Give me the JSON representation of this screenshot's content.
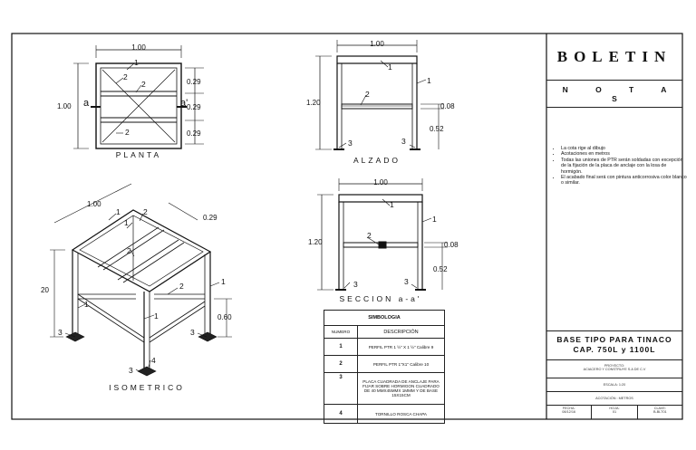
{
  "title_block": {
    "title": "BOLETIN",
    "notes_heading": "N O T A S",
    "notes": [
      "La cota rige al dibujo",
      "Acotaciones en metros",
      "Todas las uniones de PTR serán soldadas con excepción de la fijación de la placa de anclaje con la losa de hormigón.",
      "El acabado final será con pintura anticorrosiva color blanco o similar."
    ],
    "project_title_1": "BASE TIPO PARA TINACO",
    "project_title_2": "CAP. 750L y 1100L",
    "owner_label": "PROYECTO:",
    "owner_value": "ACIACERO Y CONSTRUYE S.A DE C.V",
    "scale": "ESCALA: 1:20",
    "units": "ACOTACIÓN : METROS",
    "date_label": "FECHA:",
    "date_value": "08/12/16",
    "sheet_label": "HOJA:",
    "sheet_value": "01",
    "key_label": "CLAVE:",
    "key_value": "B-BLT01"
  },
  "views": {
    "planta": "PLANTA",
    "alzado": "ALZADO",
    "seccion": "SECCION a-a'",
    "isometrico": "ISOMETRICO"
  },
  "dims": {
    "planta_width": "1.00",
    "planta_height": "1.00",
    "planta_d1": "0.29",
    "planta_d2": "0.29",
    "planta_d3": "0.29",
    "cut_a": "a",
    "cut_a_prime": "a'",
    "alzado_width": "1.00",
    "alzado_height": "1.20",
    "alzado_d1": "0.08",
    "alzado_d2": "0.52",
    "seccion_width": "1.00",
    "seccion_height": "1.20",
    "seccion_d1": "0.08",
    "seccion_d2": "0.52",
    "iso_width": "1.00",
    "iso_depth": "0.29",
    "iso_height": "20",
    "iso_low": "0.60"
  },
  "callouts": {
    "one": "1",
    "two": "2",
    "three": "3",
    "four": "4"
  },
  "symbology": {
    "title": "SIMBOLOGIA",
    "col_number": "NUMERO",
    "col_description": "DESCRIPCIÓN",
    "rows": [
      {
        "n": "1",
        "d": "PERFIL PTR 1 ½\" X 1 ½\" Calibre 9"
      },
      {
        "n": "2",
        "d": "PERFIL PTR 1\"X1\" Calibre 10"
      },
      {
        "n": "3",
        "d": "PLACA CUADRADA DE ANCLAJE PARA FIJAR SOBRE HORMIGON CUADRADO DE 40 MMX45MMX 1MMM Y DE BASE 15X15CM"
      },
      {
        "n": "4",
        "d": "TORNILLO ROSCA CHAPA"
      }
    ]
  }
}
